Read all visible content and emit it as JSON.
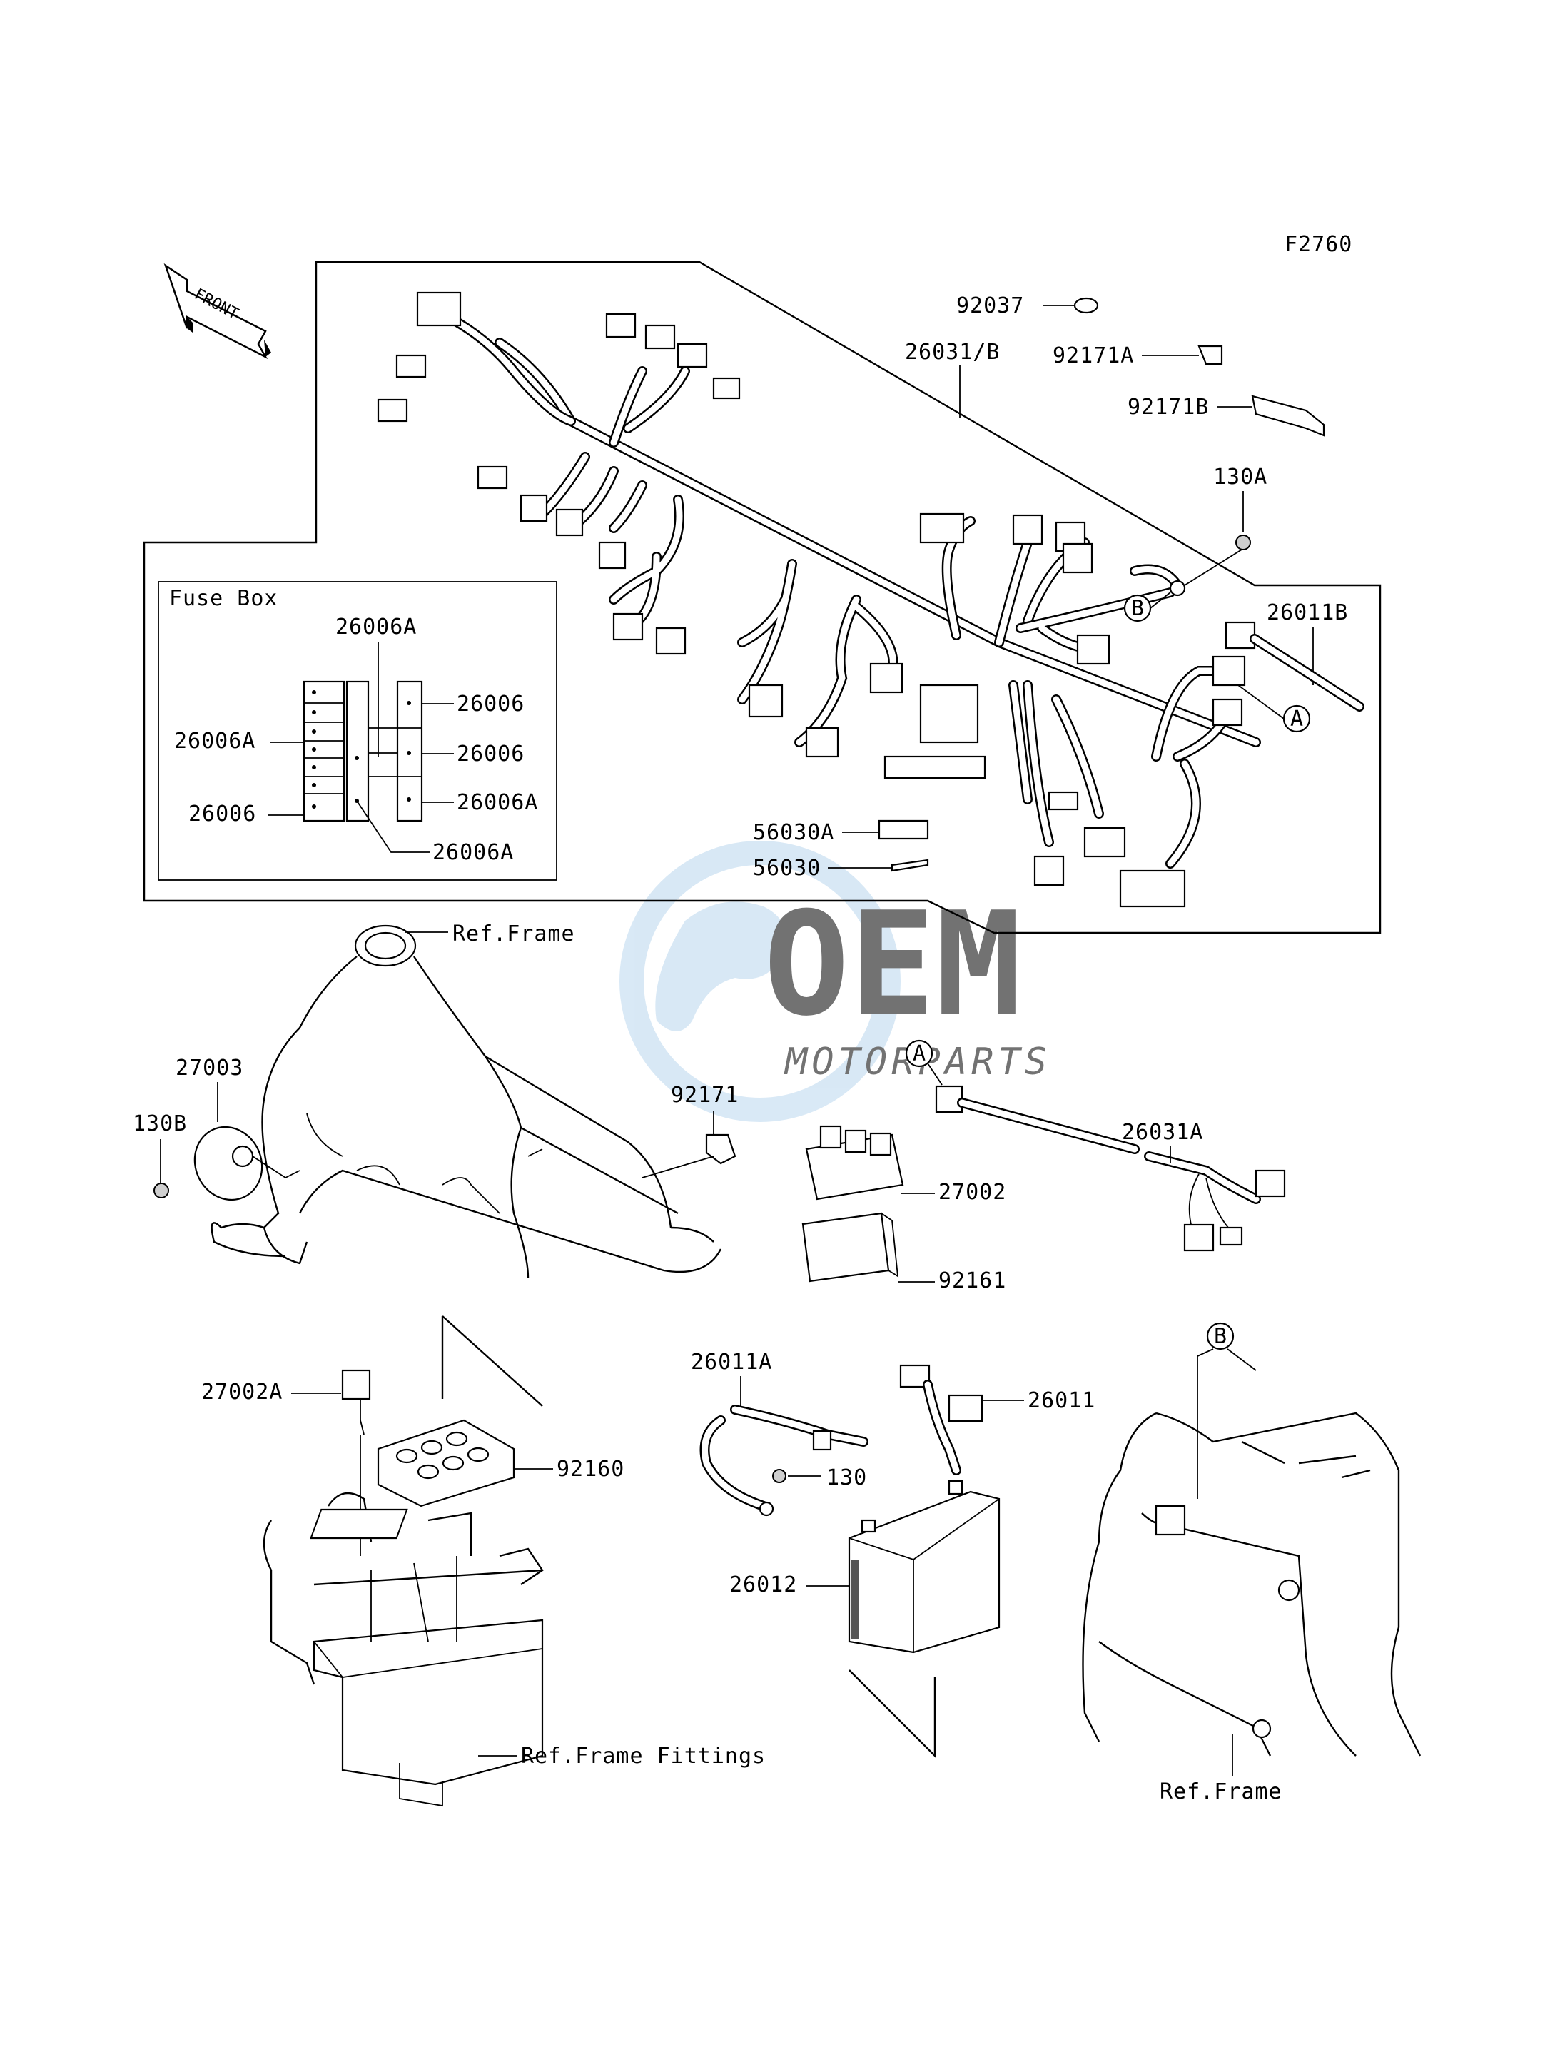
{
  "figure_code": "F2760",
  "front_arrow_label": "FRONT",
  "watermark": {
    "main": "OEM",
    "sub": "MOTORPARTS",
    "color": "#b9d7ee",
    "accent": "#8a8a8a"
  },
  "fuse_box": {
    "title": "Fuse Box",
    "labels": [
      "26006A",
      "26006A",
      "26006",
      "26006",
      "26006",
      "26006A",
      "26006A"
    ]
  },
  "parts": {
    "p92037": "92037",
    "p92171A": "92171A",
    "p92171B": "92171B",
    "p26031B": "26031/B",
    "p130A": "130A",
    "p26011B": "26011B",
    "p56030A": "56030A",
    "p56030": "56030",
    "p27003": "27003",
    "p130B": "130B",
    "p92171": "92171",
    "p27002": "27002",
    "p92161": "92161",
    "p26031A": "26031A",
    "p27002A": "27002A",
    "p92160": "92160",
    "p26011A": "26011A",
    "p26011": "26011",
    "p130": "130",
    "p26012": "26012"
  },
  "refs": {
    "frame_top": "Ref.Frame",
    "frame_fittings": "Ref.Frame Fittings",
    "frame_right": "Ref.Frame"
  },
  "markers": {
    "A": "A",
    "B": "B"
  }
}
